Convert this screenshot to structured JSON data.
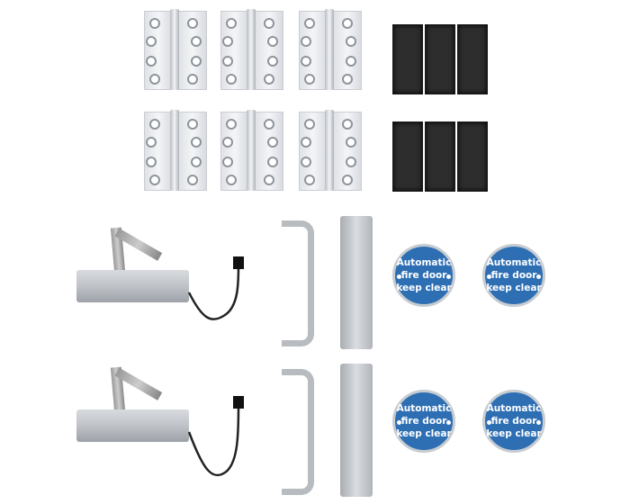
{
  "product_items": {
    "hinges": {
      "count": 6
    },
    "intumescent_pads": {
      "count": 6
    },
    "door_closers": {
      "count": 2
    },
    "pull_handles": {
      "count": 2
    },
    "push_plates": {
      "count": 2
    },
    "signs": [
      {
        "line1": "Automatic",
        "line2": "fire door",
        "line3": "keep clear"
      },
      {
        "line1": "Automatic",
        "line2": "fire door",
        "line3": "keep clear"
      },
      {
        "line1": "Automatic",
        "line2": "fire door",
        "line3": "keep clear"
      },
      {
        "line1": "Automatic",
        "line2": "fire door",
        "line3": "keep clear"
      }
    ]
  },
  "colors": {
    "sign_blue": "#2e6fb4",
    "steel": "#c4c8cc",
    "pad_black": "#2d2d2d"
  }
}
